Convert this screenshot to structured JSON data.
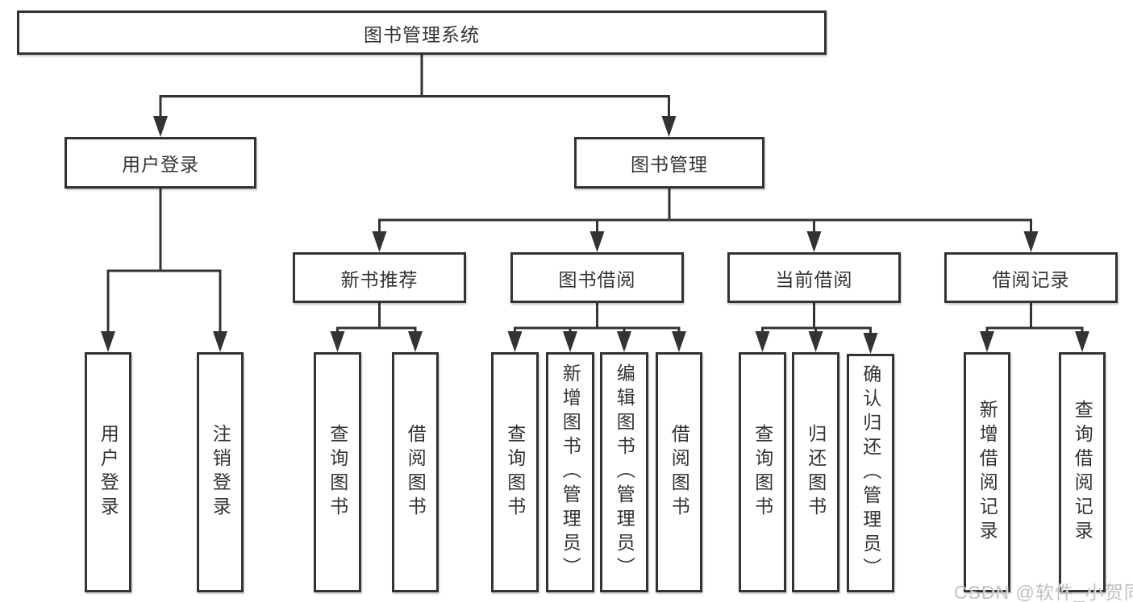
{
  "diagram": {
    "root": {
      "label": "图书管理系统"
    },
    "branches": [
      {
        "label": "用户登录",
        "children": [
          {
            "label": "用户登录"
          },
          {
            "label": "注销登录"
          }
        ]
      },
      {
        "label": "图书管理",
        "children": [
          {
            "label": "新书推荐",
            "children": [
              {
                "label": "查询图书"
              },
              {
                "label": "借阅图书"
              }
            ]
          },
          {
            "label": "图书借阅",
            "children": [
              {
                "label": "查询图书"
              },
              {
                "label": "新增图书（管理员）"
              },
              {
                "label": "编辑图书（管理员）"
              },
              {
                "label": "借阅图书"
              }
            ]
          },
          {
            "label": "当前借阅",
            "children": [
              {
                "label": "查询图书"
              },
              {
                "label": "归还图书"
              },
              {
                "label": "确认归还（管理员）"
              }
            ]
          },
          {
            "label": "借阅记录",
            "children": [
              {
                "label": "新增借阅记录"
              },
              {
                "label": "查询借阅记录"
              }
            ]
          }
        ]
      }
    ]
  },
  "watermark": {
    "text": "CSDN @软件_小贺同学",
    "color": "#c0c0c0"
  },
  "style": {
    "line_color": "#333333",
    "box_border_color": "#333333",
    "text_color": "#333333",
    "box_background": "#ffffff",
    "page_background": "#ffffff"
  }
}
